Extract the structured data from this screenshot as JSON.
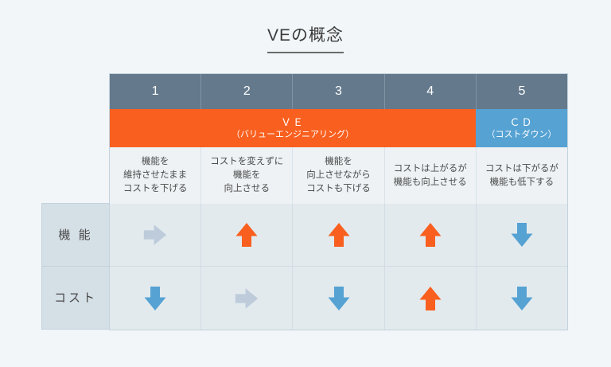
{
  "title": "VEの概念",
  "colors": {
    "orange": "#f9601f",
    "blue": "#55a2d3",
    "gray_arrow": "#bdcbdb",
    "header_slate": "#64798c",
    "cell_bg": "#e2eaee",
    "label_bg": "#d5dfe6",
    "page_bg": "#f2f6f9"
  },
  "header": {
    "numbers": [
      "1",
      "2",
      "3",
      "4",
      "5"
    ]
  },
  "band": {
    "ve": {
      "main": "ＶＥ",
      "sub": "（バリューエンジニアリング）",
      "span": 4,
      "color": "#f9601f"
    },
    "cd": {
      "main": "ＣＤ",
      "sub": "（コストダウン）",
      "span": 1,
      "color": "#55a2d3"
    }
  },
  "descriptions": [
    {
      "lines": [
        "機能を",
        "維持させたまま",
        "コストを下げる"
      ]
    },
    {
      "lines": [
        "コストを変えずに",
        "機能を",
        "向上させる"
      ]
    },
    {
      "lines": [
        "機能を",
        "向上させながら",
        "コストも下げる"
      ]
    },
    {
      "lines": [
        "コストは上がるが",
        "機能も向上させる"
      ]
    },
    {
      "lines": [
        "コストは下がるが",
        "機能も低下する"
      ]
    }
  ],
  "rows": [
    {
      "label": "機 能",
      "name": "function",
      "arrows": [
        {
          "direction": "right",
          "color": "#bdcbdb",
          "meaning": "maintain"
        },
        {
          "direction": "up",
          "color": "#f9601f",
          "meaning": "increase"
        },
        {
          "direction": "up",
          "color": "#f9601f",
          "meaning": "increase"
        },
        {
          "direction": "up",
          "color": "#f9601f",
          "meaning": "increase"
        },
        {
          "direction": "down",
          "color": "#55a2d3",
          "meaning": "decrease"
        }
      ]
    },
    {
      "label": "コスト",
      "name": "cost",
      "arrows": [
        {
          "direction": "down",
          "color": "#55a2d3",
          "meaning": "decrease"
        },
        {
          "direction": "right",
          "color": "#bdcbdb",
          "meaning": "maintain"
        },
        {
          "direction": "down",
          "color": "#55a2d3",
          "meaning": "decrease"
        },
        {
          "direction": "up",
          "color": "#f9601f",
          "meaning": "increase"
        },
        {
          "direction": "down",
          "color": "#55a2d3",
          "meaning": "decrease"
        }
      ]
    }
  ]
}
